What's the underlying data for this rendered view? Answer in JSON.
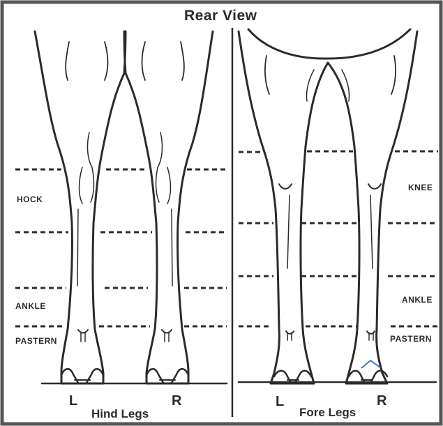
{
  "title": "Rear View",
  "hind_panel": {
    "caption": "Hind Legs",
    "left_label": "L",
    "right_label": "R",
    "zones": [
      "HOCK",
      "ANKLE",
      "PASTERN"
    ]
  },
  "fore_panel": {
    "caption": "Fore Legs",
    "left_label": "L",
    "right_label": "R",
    "zones": [
      "KNEE",
      "ANKLE",
      "PASTERN"
    ]
  },
  "colors": {
    "ink": "#2b2b2b",
    "frame": "#555555",
    "mark": "#3a7bd5"
  }
}
